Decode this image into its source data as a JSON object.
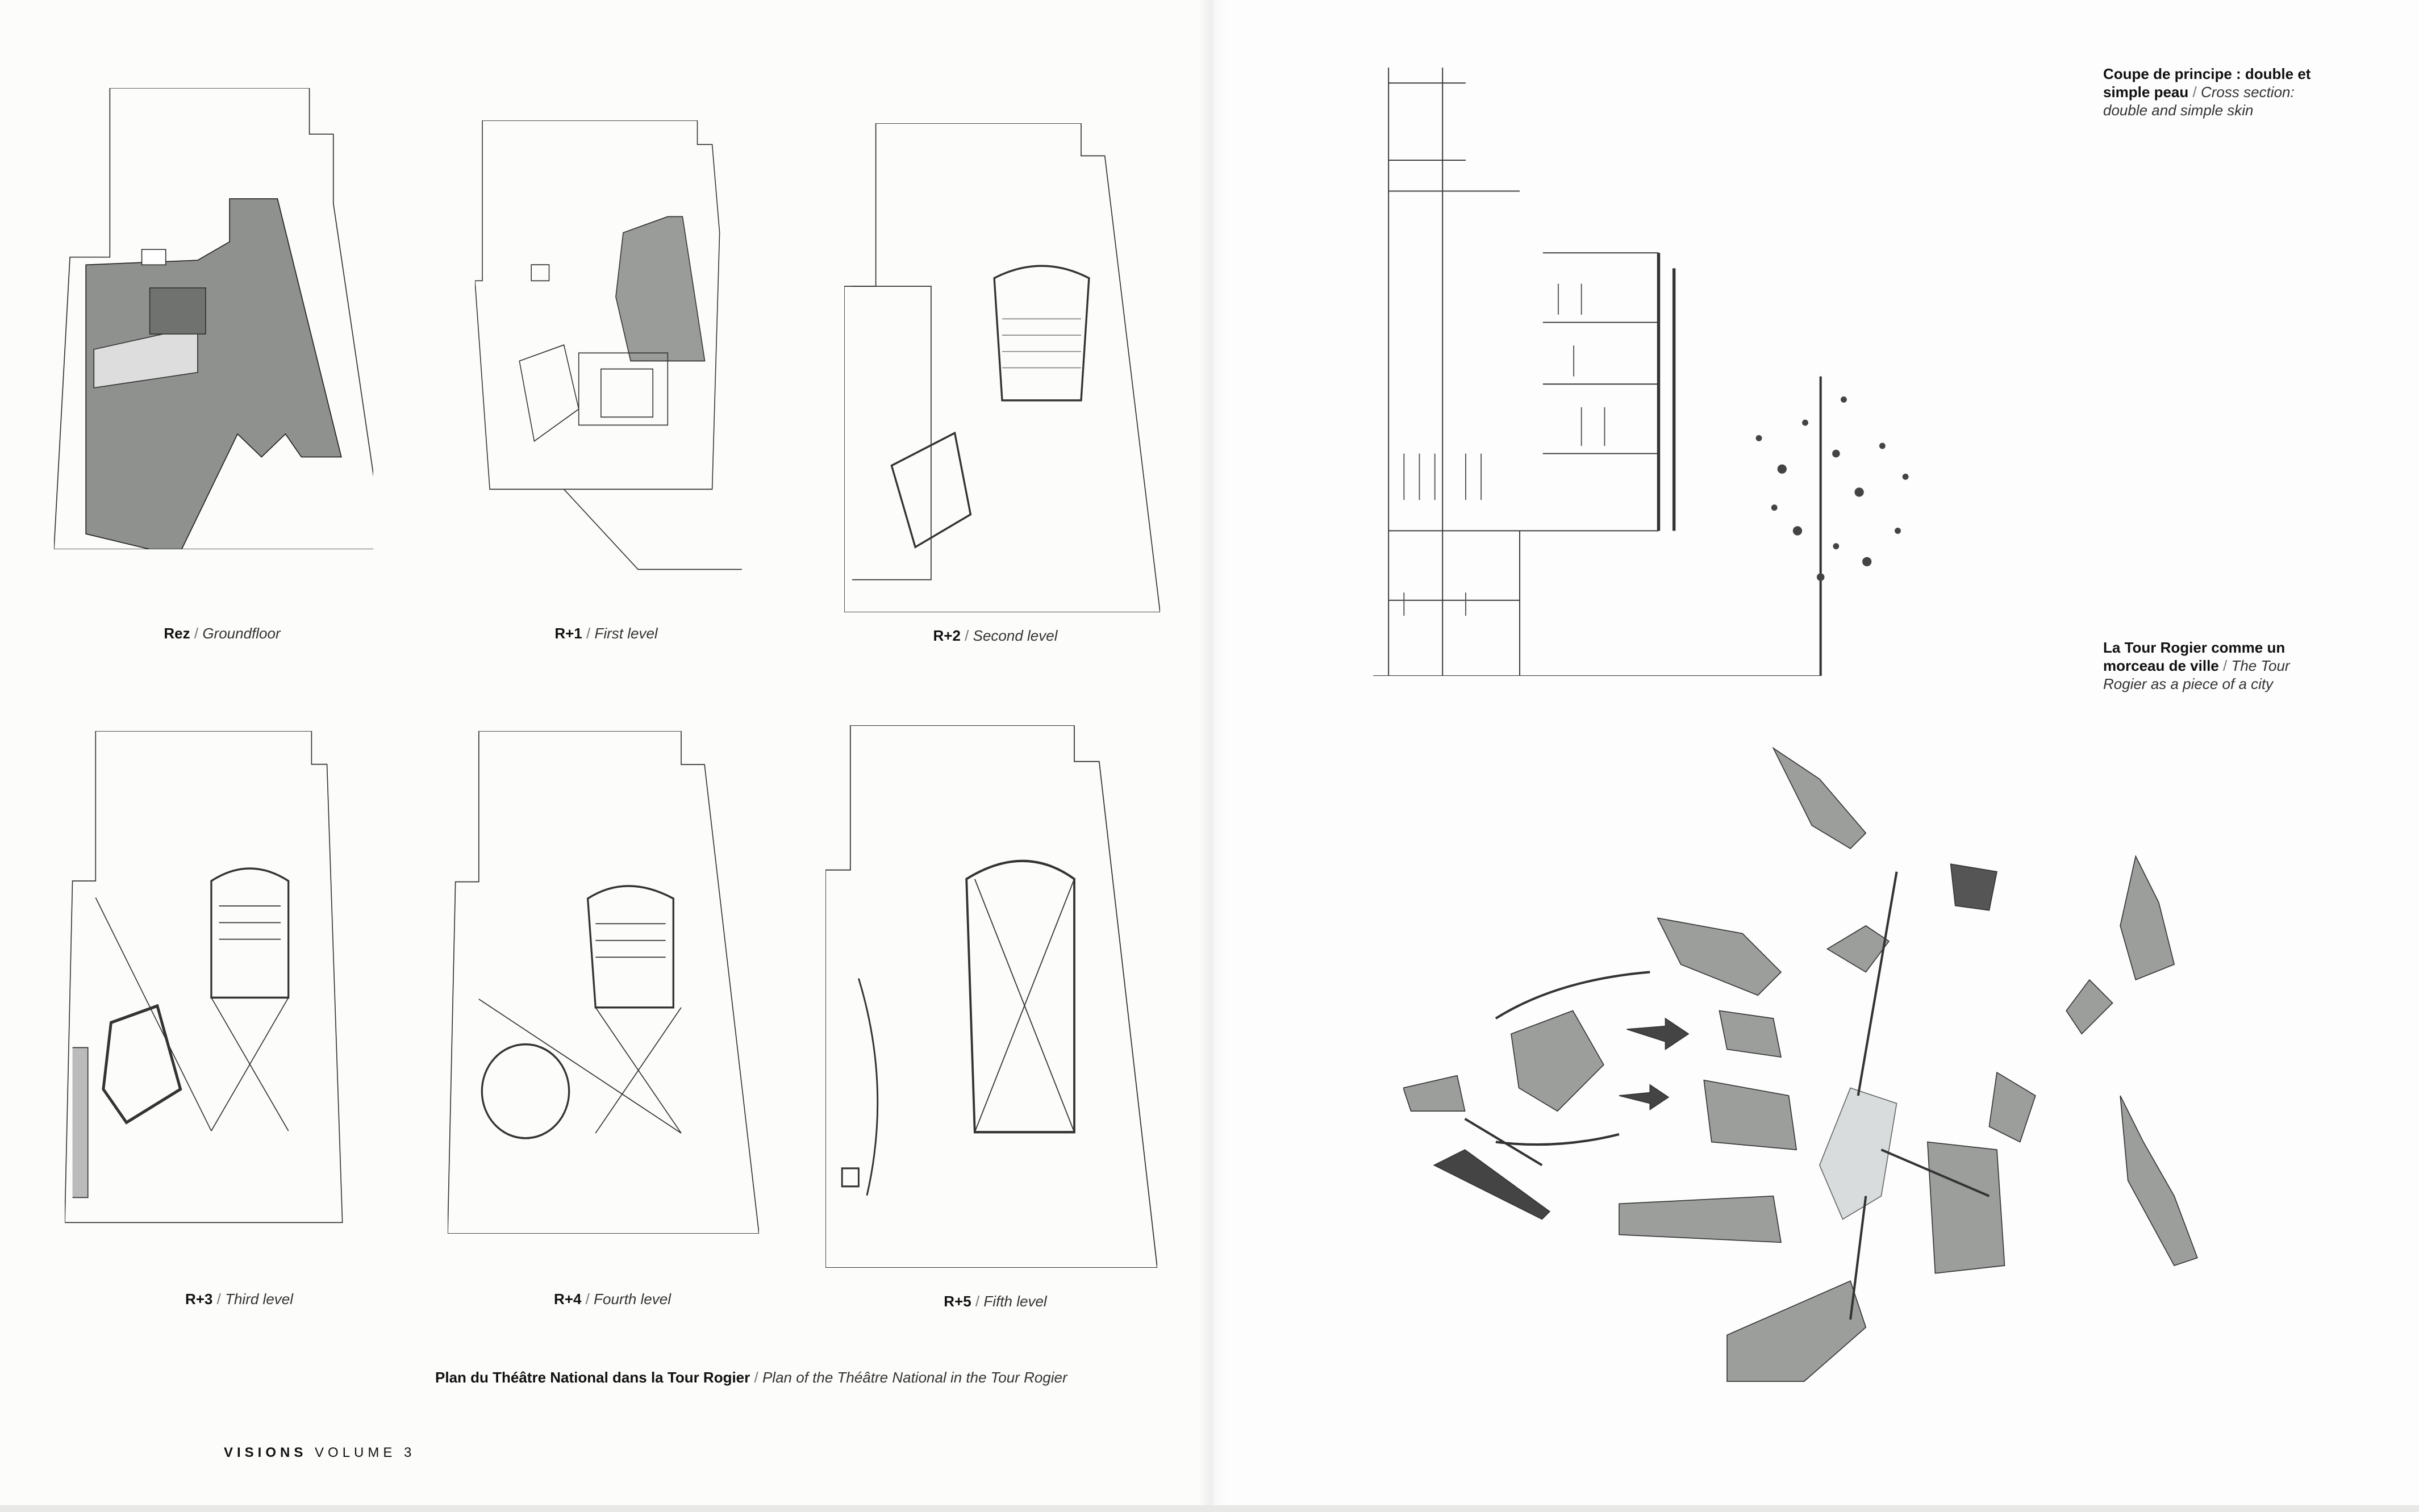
{
  "left_page": {
    "plans": [
      {
        "level": "Rez",
        "name": "Groundfloor"
      },
      {
        "level": "R+1",
        "name": "First level"
      },
      {
        "level": "R+2",
        "name": "Second level"
      },
      {
        "level": "R+3",
        "name": "Third level"
      },
      {
        "level": "R+4",
        "name": "Fourth level"
      },
      {
        "level": "R+5",
        "name": "Fifth level"
      }
    ],
    "separator": "/",
    "caption": {
      "fr": "Plan du Théâtre National dans la Tour Rogier",
      "en": "Plan of the Théâtre National in the Tour Rogier"
    },
    "folio": {
      "series": "VISIONS",
      "volume": "VOLUME 3"
    }
  },
  "right_page": {
    "section_caption": {
      "fr": "Coupe de principe : double et simple peau",
      "en": "Cross section: double and simple skin"
    },
    "city_caption": {
      "fr": "La Tour Rogier comme un morceau de ville",
      "en": "The Tour Rogier as a piece of a city"
    }
  }
}
